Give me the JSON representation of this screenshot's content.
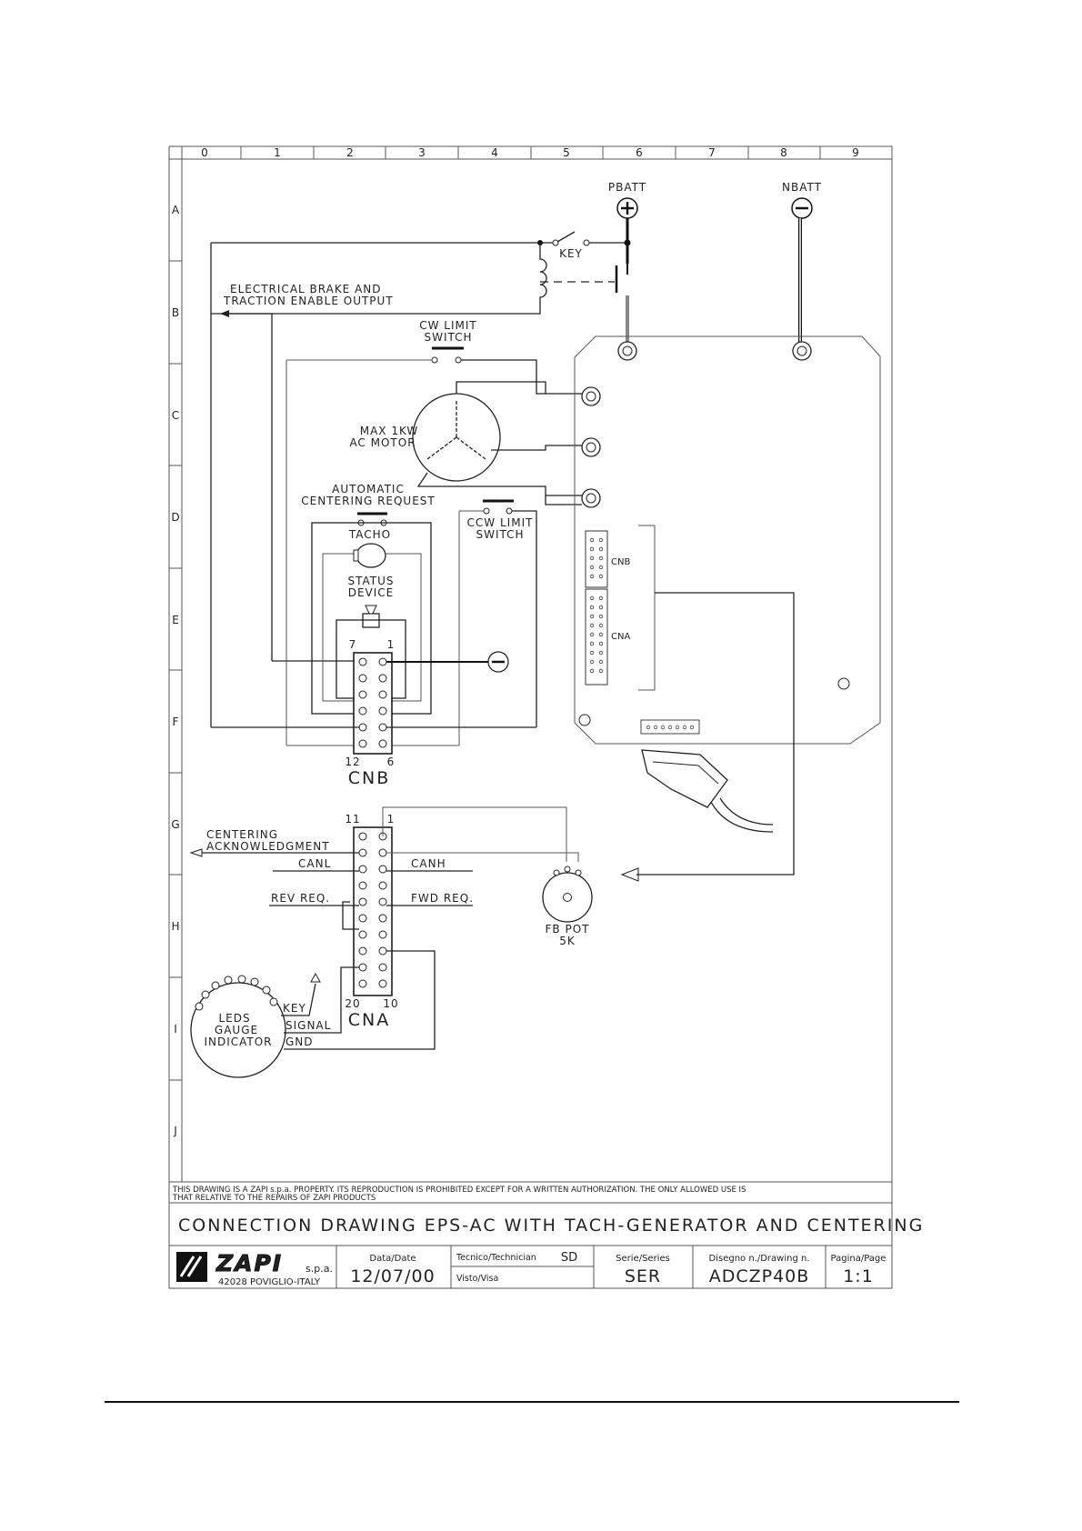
{
  "grid": {
    "columns": [
      "0",
      "1",
      "2",
      "3",
      "4",
      "5",
      "6",
      "7",
      "8",
      "9"
    ],
    "rows": [
      "A",
      "B",
      "C",
      "D",
      "E",
      "F",
      "G",
      "H",
      "I",
      "J"
    ]
  },
  "battery": {
    "positive": "PBATT",
    "negative": "NBATT",
    "key": "KEY"
  },
  "labels": {
    "brake_line1": "ELECTRICAL BRAKE AND",
    "brake_line2": "TRACTION ENABLE OUTPUT",
    "cw_line1": "CW LIMIT",
    "cw_line2": "SWITCH",
    "motor_line1": "MAX 1KW",
    "motor_line2": "AC MOTOR",
    "auto_line1": "AUTOMATIC",
    "auto_line2": "CENTERING REQUEST",
    "ccw_line1": "CCW LIMIT",
    "ccw_line2": "SWITCH",
    "tacho": "TACHO",
    "status_line1": "STATUS",
    "status_line2": "DEVICE",
    "cnb_pin_left": "7",
    "cnb_pin_right": "1",
    "cnb_pin_bottom_left": "12",
    "cnb_pin_bottom_right": "6",
    "cnb_name": "CNB",
    "board_cnb": "CNB",
    "board_cna": "CNA",
    "centering_line1": "CENTERING",
    "centering_line2": "ACKNOWLEDGMENT",
    "canl": "CANL",
    "canh": "CANH",
    "rev_req": "REV REQ.",
    "fwd_req": "FWD REQ.",
    "cna_pin_top_left": "11",
    "cna_pin_top_right": "1",
    "cna_pin_bottom_left": "20",
    "cna_pin_bottom_right": "10",
    "cna_name": "CNA",
    "pot_line1": "FB POT",
    "pot_line2": "5K",
    "leds_line1": "LEDS",
    "leds_line2": "GAUGE",
    "leds_line3": "INDICATOR",
    "key_wire": "KEY",
    "signal_wire": "SIGNAL",
    "gnd_wire": "GND"
  },
  "title_block": {
    "notice_line1": "THIS DRAWING IS A ZAPI s.p.a. PROPERTY. ITS REPRODUCTION IS PROHIBITED EXCEPT FOR A WRITTEN AUTHORIZATION. THE ONLY ALLOWED USE IS",
    "notice_line2": "THAT RELATIVE TO THE REPAIRS OF ZAPI PRODUCTS",
    "title": "CONNECTION DRAWING EPS-AC WITH TACH-GENERATOR AND CENTERING",
    "logo": "ZAPI",
    "company_suffix": "s.p.a.",
    "address": "42028 POVIGLIO-ITALY",
    "date_label": "Data/Date",
    "date_value": "12/07/00",
    "technician_label": "Tecnico/Technician",
    "technician_value": "SD",
    "visto_label": "Visto/Visa",
    "series_label": "Serie/Series",
    "series_value": "SER",
    "drawing_label": "Disegno n./Drawing n.",
    "drawing_value": "ADCZP40B",
    "page_label": "Pagina/Page",
    "page_value": "1:1"
  }
}
